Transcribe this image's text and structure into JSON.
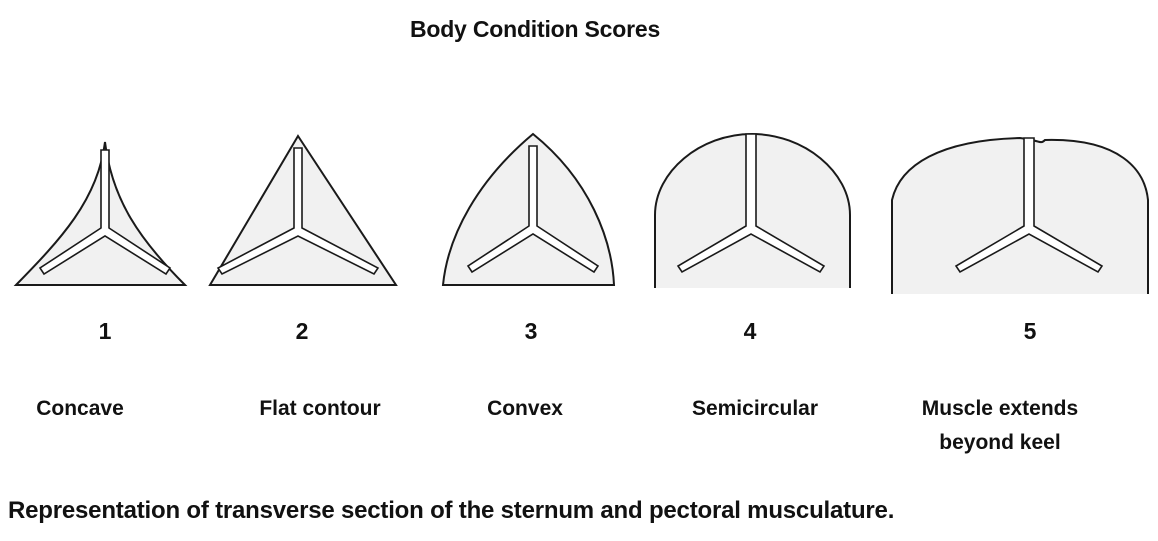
{
  "title": "Body Condition Scores",
  "scores": [
    {
      "number": "1",
      "label": "Concave"
    },
    {
      "number": "2",
      "label": "Flat contour"
    },
    {
      "number": "3",
      "label": "Convex"
    },
    {
      "number": "4",
      "label": "Semicircular"
    },
    {
      "number": "5",
      "label": "Muscle extends\nbeyond keel"
    }
  ],
  "caption": "Representation of transverse section of the sternum and pectoral musculature.",
  "colors": {
    "muscle_fill": "#f1f1f1",
    "outline": "#1a1a1a"
  }
}
